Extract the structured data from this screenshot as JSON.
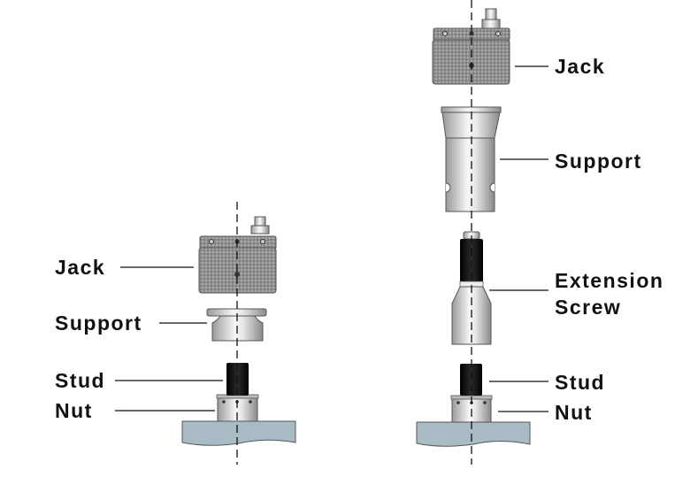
{
  "diagram": {
    "left_assembly": {
      "labels": {
        "jack": "Jack",
        "support": "Support",
        "stud": "Stud",
        "nut": "Nut"
      }
    },
    "right_assembly": {
      "labels": {
        "jack": "Jack",
        "support": "Support",
        "extension_line1": "Extension",
        "extension_line2": "Screw",
        "stud": "Stud",
        "nut": "Nut"
      }
    }
  },
  "colors": {
    "base_plate": "#a9bcc6",
    "stud_black": "#0e0e0e",
    "steel_light": "#f2f2f2",
    "steel_dark": "#8c8c8c",
    "knurl": "#9a9a9a"
  }
}
